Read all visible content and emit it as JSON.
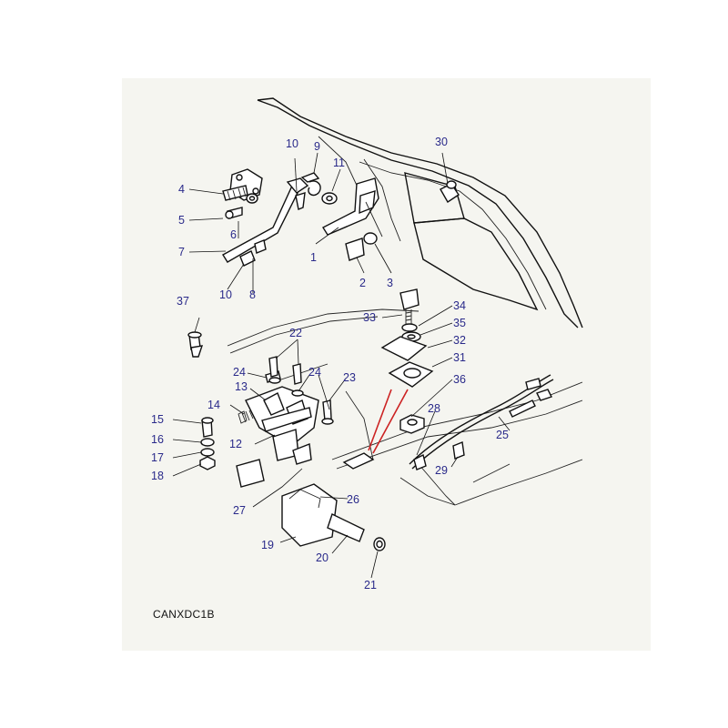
{
  "diagram": {
    "code": "CANXDC1B",
    "callouts": [
      {
        "id": "c1",
        "text": "1"
      },
      {
        "id": "c2",
        "text": "2"
      },
      {
        "id": "c3",
        "text": "3"
      },
      {
        "id": "c4",
        "text": "4"
      },
      {
        "id": "c5",
        "text": "5"
      },
      {
        "id": "c6",
        "text": "6"
      },
      {
        "id": "c7",
        "text": "7"
      },
      {
        "id": "c8",
        "text": "8"
      },
      {
        "id": "c9",
        "text": "9"
      },
      {
        "id": "c10a",
        "text": "10"
      },
      {
        "id": "c10b",
        "text": "10"
      },
      {
        "id": "c11",
        "text": "11"
      },
      {
        "id": "c12",
        "text": "12"
      },
      {
        "id": "c13",
        "text": "13"
      },
      {
        "id": "c14",
        "text": "14"
      },
      {
        "id": "c15",
        "text": "15"
      },
      {
        "id": "c16",
        "text": "16"
      },
      {
        "id": "c17",
        "text": "17"
      },
      {
        "id": "c18",
        "text": "18"
      },
      {
        "id": "c19",
        "text": "19"
      },
      {
        "id": "c20",
        "text": "20"
      },
      {
        "id": "c21",
        "text": "21"
      },
      {
        "id": "c22",
        "text": "22"
      },
      {
        "id": "c23",
        "text": "23"
      },
      {
        "id": "c24a",
        "text": "24"
      },
      {
        "id": "c24b",
        "text": "24"
      },
      {
        "id": "c25",
        "text": "25"
      },
      {
        "id": "c26",
        "text": "26"
      },
      {
        "id": "c27",
        "text": "27"
      },
      {
        "id": "c28",
        "text": "28"
      },
      {
        "id": "c29",
        "text": "29"
      },
      {
        "id": "c30",
        "text": "30"
      },
      {
        "id": "c31",
        "text": "31"
      },
      {
        "id": "c32",
        "text": "32"
      },
      {
        "id": "c33",
        "text": "33"
      },
      {
        "id": "c34",
        "text": "34"
      },
      {
        "id": "c35",
        "text": "35"
      },
      {
        "id": "c36",
        "text": "36"
      },
      {
        "id": "c37",
        "text": "37"
      }
    ],
    "colors": {
      "callout": "#2a2a8a",
      "highlight": "#cc2222",
      "line": "#111111",
      "frame": "#f5f5f0"
    }
  }
}
